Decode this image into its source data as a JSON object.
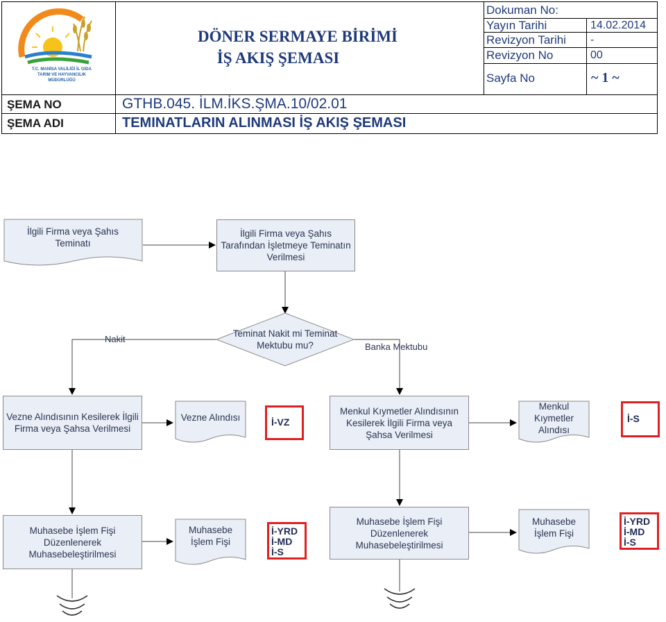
{
  "header": {
    "org_title": "DÖNER SERMAYE BİRİMİ",
    "doc_title": "İŞ AKIŞ ŞEMASI",
    "logo_text": "T.C. MANİSA VALİLİĞİ İL GIDA TARIM VE HAYVANCILIK MÜDÜRLÜĞÜ",
    "meta": [
      {
        "label": "Dokuman No:",
        "value": ""
      },
      {
        "label": "Yayın Tarihi",
        "value": "14.02.2014"
      },
      {
        "label": "Revizyon Tarihi",
        "value": "-"
      },
      {
        "label": "Revizyon No",
        "value": "00"
      },
      {
        "label": "Sayfa No",
        "value": "~ 1 ~"
      }
    ],
    "schema_no_label": "ŞEMA NO",
    "schema_no_value": "GTHB.045. İLM.İKS.ŞMA.10/02.01",
    "schema_name_label": "ŞEMA ADI",
    "schema_name_value": "TEMINATLARIN ALINMASI İŞ AKIŞ ŞEMASI"
  },
  "flow": {
    "doc_guarantee": "İlgili Firma veya Şahıs Teminatı",
    "proc_given": "İlgili Firma veya Şahıs Tarafından İşletmeye Teminatın Verilmesi",
    "decision": "Teminat Nakit mi Teminat Mektubu mu?",
    "branch_cash": "Nakit",
    "branch_letter": "Banka Mektubu",
    "proc_cash_receipt": "Vezne Alındısının Kesilerek İlgili Firma veya Şahsa Verilmesi",
    "doc_cash_receipt": "Vezne Alındısı",
    "code_vz": "İ-VZ",
    "proc_securities": "Menkul Kıymetler Alındısının Kesilerek İlgili Firma veya Şahsa Verilmesi",
    "doc_securities": "Menkul Kıymetler Alındısı",
    "code_s": "İ-S",
    "proc_accounting_left": "Muhasebe İşlem Fişi Düzenlenerek Muhasebeleştirilmesi",
    "doc_accounting_left": "Muhasebe İşlem Fişi",
    "codes_left": [
      "İ-YRD",
      "İ-MD",
      "İ-S"
    ],
    "proc_accounting_right": "Muhasebe İşlem Fişi Düzenlenerek Muhasebeleştirilmesi",
    "doc_accounting_right": "Muhasebe İşlem Fişi",
    "codes_right": [
      "İ-YRD",
      "İ-MD",
      "İ-S"
    ]
  },
  "colors": {
    "box_fill": "#e9eef7",
    "box_border": "#8a8a8a",
    "code_border": "#e02020",
    "title_blue": "#1f3a7a"
  }
}
